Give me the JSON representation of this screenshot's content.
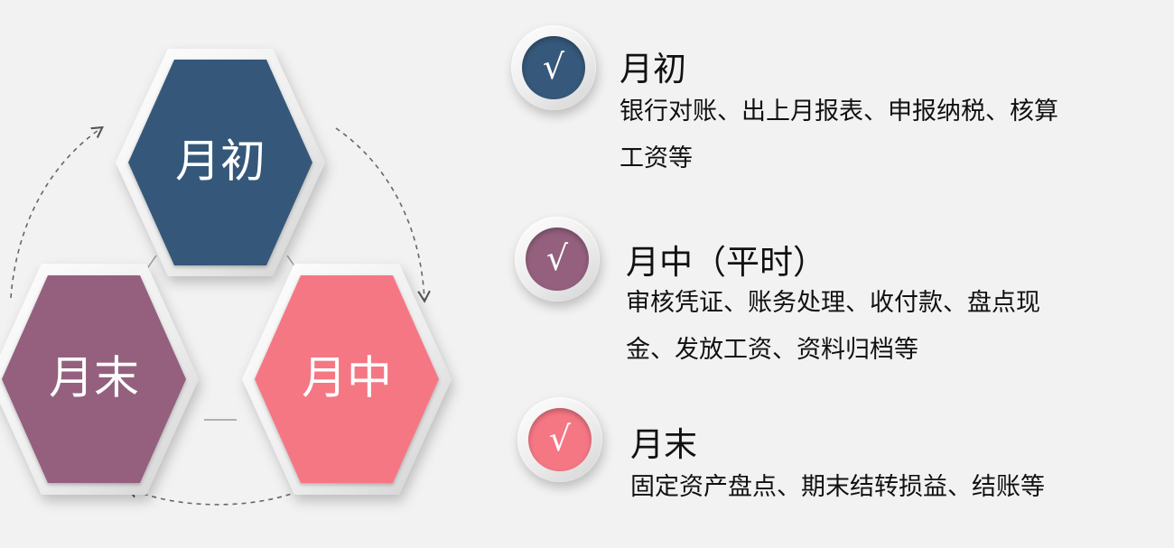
{
  "colors": {
    "navy": "#36587a",
    "purple": "#94607e",
    "pink": "#f57784",
    "background": "#f2f2f2",
    "text": "#111111"
  },
  "hexagons": {
    "start": {
      "label": "月初"
    },
    "mid": {
      "label": "月中"
    },
    "end": {
      "label": "月末"
    }
  },
  "items": [
    {
      "icon": "check-icon",
      "check": "√",
      "title": "月初",
      "description": "银行对账、出上月报表、申报纳税、核算工资等"
    },
    {
      "icon": "check-icon",
      "check": "√",
      "title": "月中（平时）",
      "description": "审核凭证、账务处理、收付款、盘点现金、发放工资、资料归档等"
    },
    {
      "icon": "check-icon",
      "check": "√",
      "title": "月末",
      "description": "固定资产盘点、期末结转损益、结账等"
    }
  ]
}
